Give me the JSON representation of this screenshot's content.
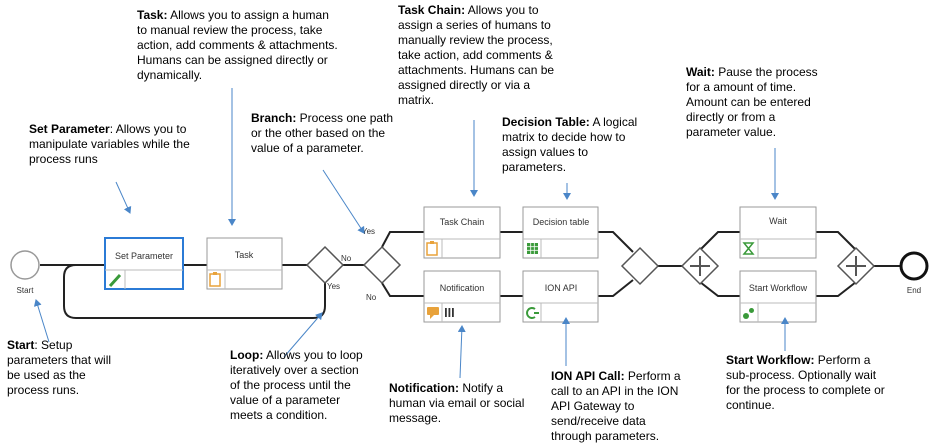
{
  "nodes": {
    "start": "Start",
    "end": "End",
    "set_parameter": "Set Parameter",
    "task": "Task",
    "task_chain": "Task Chain",
    "decision_table": "Decision table",
    "notification": "Notification",
    "ion_api": "ION API",
    "wait": "Wait",
    "start_workflow": "Start Workflow"
  },
  "edges": {
    "no_1": "No",
    "yes_1": "Yes",
    "yes_2": "Yes",
    "no_2": "No"
  },
  "annotations": {
    "task": {
      "title": "Task:",
      "text": " Allows you to assign a human to manual review the process, take action, add comments & attachments. Humans can be assigned directly or dynamically."
    },
    "task_chain": {
      "title": "Task Chain:",
      "text": " Allows you to assign a series of humans to manually review the process, take action, add comments & attachments. Humans can be assigned directly or via a matrix."
    },
    "wait": {
      "title": "Wait:",
      "text": " Pause the process for a amount of time. Amount can be entered directly or from a parameter value."
    },
    "set_parameter": {
      "title": "Set Parameter",
      "text": ": Allows you to manipulate variables while the process runs"
    },
    "branch": {
      "title": "Branch:",
      "text": " Process one path or the other based on the value of a parameter."
    },
    "decision_table": {
      "title": "Decision Table:",
      "text": " A logical matrix to decide how to assign values to parameters."
    },
    "start": {
      "title": "Start",
      "text": ": Setup parameters that will be used as the process runs."
    },
    "loop": {
      "title": "Loop:",
      "text": " Allows you to loop iteratively over a section of the process until the value of a parameter meets a condition."
    },
    "notification": {
      "title": "Notification:",
      "text": " Notify a human via email or social message."
    },
    "ion_api_call": {
      "title": "ION API Call:",
      "text": " Perform a call to an API in the ION API Gateway to send/receive data through parameters."
    },
    "start_workflow": {
      "title": "Start Workflow:",
      "text": " Perform a sub-process.  Optionally wait for the process to complete or continue."
    }
  },
  "colors": {
    "flow_line": "#222222",
    "arrow": "#4a86c8",
    "box_border": "#9a9a9a",
    "selected_border": "#2b7bd6",
    "icon_orange": "#e8a23a",
    "icon_green": "#3a9a3a"
  }
}
